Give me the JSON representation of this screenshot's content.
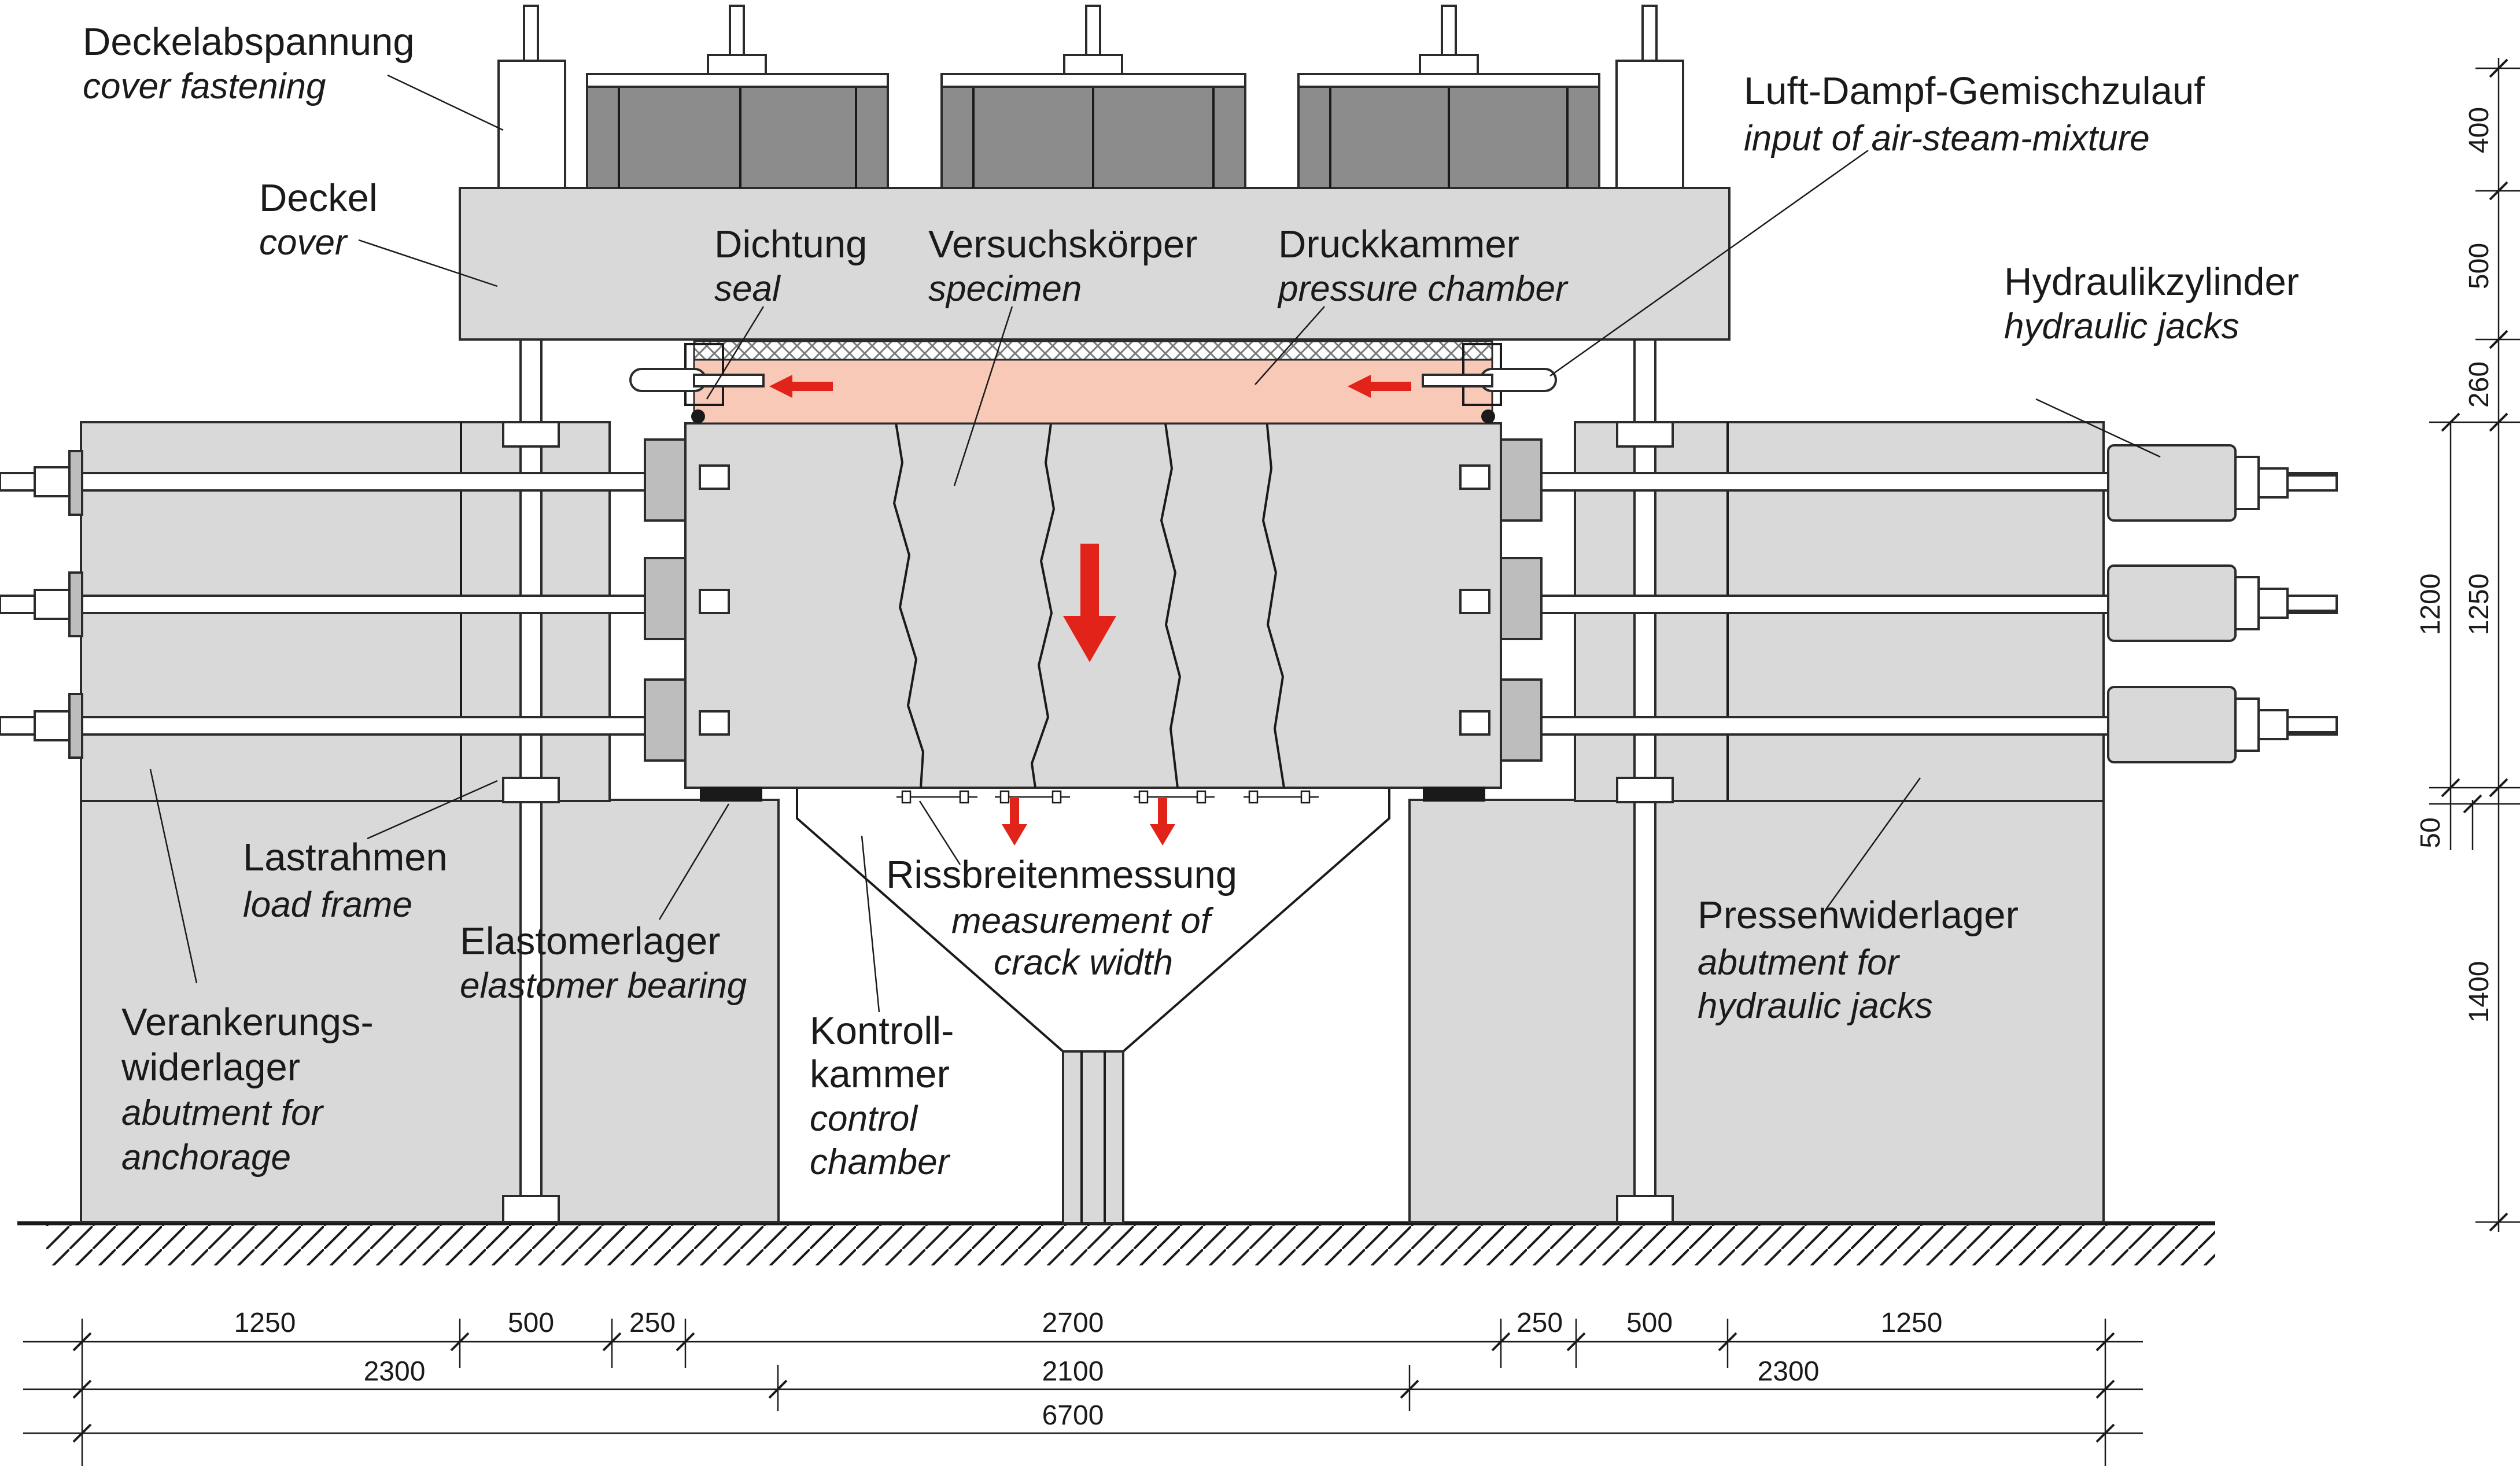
{
  "labels": {
    "cover_fastening": {
      "de": "Deckelabspannung",
      "en": "cover fastening"
    },
    "cover": {
      "de": "Deckel",
      "en": "cover"
    },
    "seal": {
      "de": "Dichtung",
      "en": "seal"
    },
    "specimen": {
      "de": "Versuchskörper",
      "en": "specimen"
    },
    "pressure_chamber": {
      "de": "Druckkammer",
      "en": "pressure chamber"
    },
    "air_steam_input": {
      "de": "Luft-Dampf-Gemischzulauf",
      "en": "input of air-steam-mixture"
    },
    "hydraulic_jacks": {
      "de": "Hydraulikzylinder",
      "en": "hydraulic jacks"
    },
    "load_frame": {
      "de": "Lastrahmen",
      "en": "load frame"
    },
    "elastomer_bearing": {
      "de": "Elastomerlager",
      "en": "elastomer bearing"
    },
    "crack_width": {
      "de": "Rissbreitenmessung",
      "en1": "measurement of",
      "en2": "crack width"
    },
    "anchorage_abutment": {
      "de1": "Verankerungs-",
      "de2": "widerlager",
      "en1": "abutment for",
      "en2": "anchorage"
    },
    "control_chamber": {
      "de1": "Kontroll-",
      "de2": "kammer",
      "en1": "control",
      "en2": "chamber"
    },
    "jack_abutment": {
      "de": "Pressenwiderlager",
      "en1": "abutment for",
      "en2": "hydraulic jacks"
    }
  },
  "dimensions": {
    "row1": [
      "1250",
      "500",
      "250",
      "2700",
      "250",
      "500",
      "1250"
    ],
    "row2": [
      "2300",
      "2100",
      "2300"
    ],
    "row3": [
      "6700"
    ],
    "vertical_outer": [
      "400",
      "500",
      "260",
      "1250",
      "1400"
    ],
    "vertical_inner": [
      "1200",
      "50"
    ]
  },
  "colors": {
    "concrete": "#d9d9d9",
    "steel_dark": "#8c8c8c",
    "pressure_chamber": "#f9c9b8",
    "arrow": "#e2231a"
  }
}
